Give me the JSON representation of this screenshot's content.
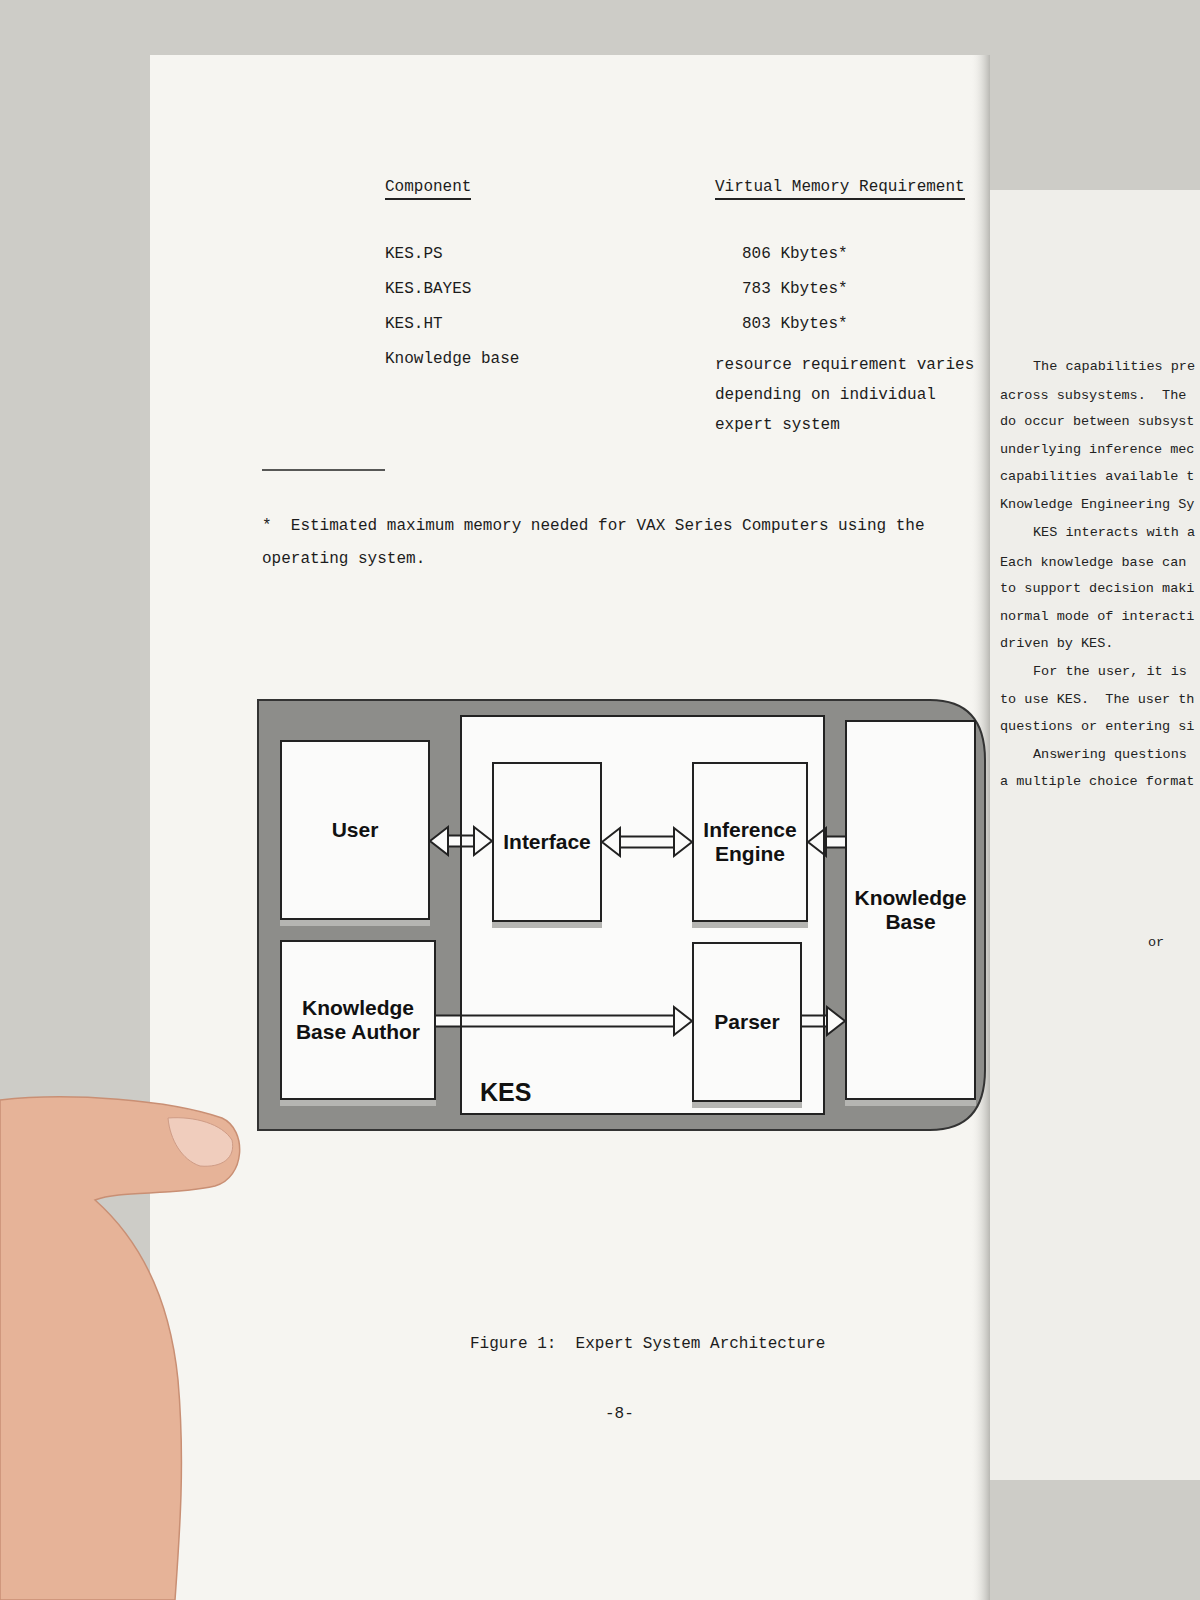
{
  "diagram": {
    "caption": "Figure 1:  Expert System Architecture",
    "nodes": [
      {
        "text": [
          "User"
        ]
      },
      {
        "text": [
          "KES"
        ]
      },
      {
        "text": [
          "Interface"
        ],
        "in": 1
      },
      {
        "text": [
          "Inference Engine"
        ],
        "in": 1
      },
      {
        "text": [
          "Knowledge Base"
        ]
      },
      {
        "text": [
          "Knowledge Base Author"
        ]
      },
      {
        "text": [
          "Parser"
        ],
        "in": 1
      }
    ],
    "edges": [
      {
        "from": 0,
        "to": 2,
        "arrow": "both"
      },
      {
        "from": 2,
        "to": 3,
        "arrow": "both"
      },
      {
        "from": 4,
        "to": 3,
        "arrow": "to"
      },
      {
        "from": 5,
        "to": 6,
        "arrow": "to"
      },
      {
        "from": 6,
        "to": 4,
        "arrow": "to"
      }
    ],
    "labels": [
      "Component",
      "Virtual Memory Requirement",
      "KES.PS",
      "806 Kbytes*",
      "KES.BAYES",
      "783 Kbytes*",
      "KES.HT",
      "803 Kbytes*",
      "Knowledge base",
      "resource requirement varies depending on individual expert system",
      "*  Estimated maximum memory needed for VAX Series Computers using the operating system.",
      "-8-",
      "The capabilities pre",
      "across subsystems.  The",
      "do occur between subsyst",
      "underlying inference mec",
      "capabilities available t",
      "Knowledge Engineering Sy",
      "KES interacts with a",
      "Each knowledge base can",
      "to support decision maki",
      "normal mode of interacti",
      "driven by KES.",
      "For the user, it is",
      "to use KES.  The user th",
      "questions or entering si",
      "Answering questions",
      "a multiple choice format",
      "or"
    ]
  }
}
